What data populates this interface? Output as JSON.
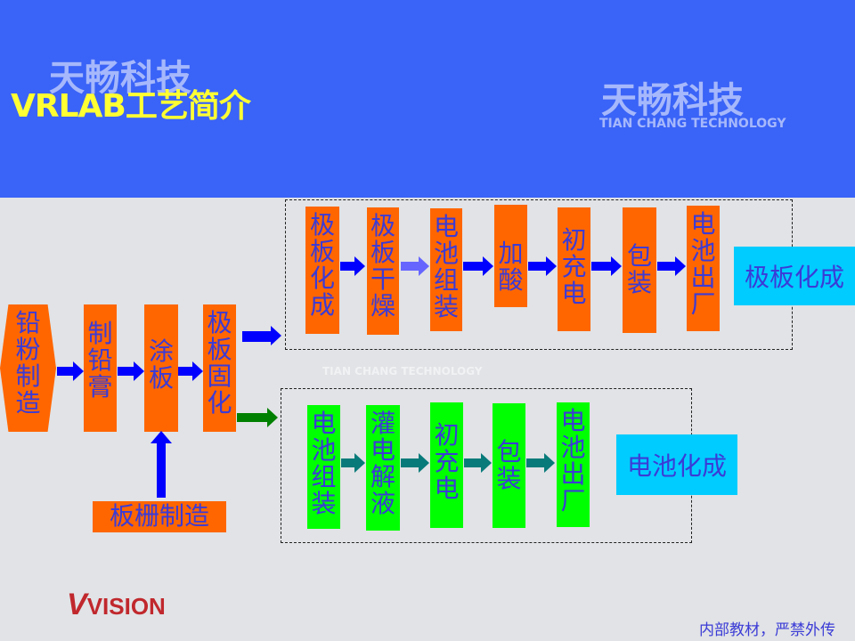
{
  "title": "VRLAB工艺简介",
  "watermark": {
    "brand_cn": "天畅科技",
    "brand_en": "TIAN CHANG TECHNOLOGY"
  },
  "main_flow": [
    "铅粉制造",
    "制铅膏",
    "涂板",
    "极板固化"
  ],
  "grid_step": "板栅制造",
  "upper_route": {
    "steps": [
      "极板化成",
      "极板干燥",
      "电池组装",
      "加酸",
      "初充电",
      "包装",
      "电池出厂"
    ],
    "label": "极板化成"
  },
  "lower_route": {
    "steps": [
      "电池组装",
      "灌电解液",
      "初充电",
      "包装",
      "电池出厂"
    ],
    "label": "电池化成"
  },
  "logo": "VISION",
  "footer": "内部教材，严禁外传",
  "colors": {
    "header": "#3a63f7",
    "process": "#ff6600",
    "lower": "#00ff00",
    "label": "#00ccff",
    "arrow": "#0000ff"
  }
}
